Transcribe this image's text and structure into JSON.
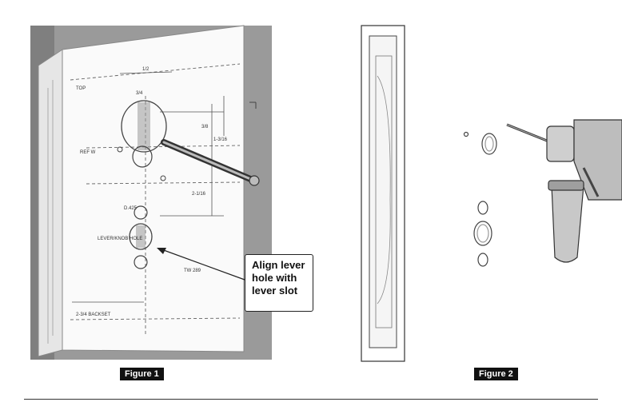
{
  "figure1": {
    "label": "Figure 1",
    "template_texts": {
      "top": "TOP",
      "dim_half": "1/2",
      "dim_3_4": "3/4",
      "dim_3_8": "3/8",
      "dim_1_3_16": "1-3/16",
      "dim_2_1_16": "2-1/16",
      "ref_w": "REF W",
      "ref_d": "D.425",
      "lever_hole": "LEVER/KNOB HOLE",
      "tw": "TW 289",
      "backset": "2-3/4 BACKSET"
    },
    "callout": "Align lever\nhole with\nlever slot"
  },
  "figure2": {
    "label": "Figure 2"
  },
  "colors": {
    "background": "#ffffff",
    "label_bg": "#111111",
    "label_text": "#ffffff",
    "door_edge": "#8c8c8c",
    "template": "#fafafa"
  }
}
